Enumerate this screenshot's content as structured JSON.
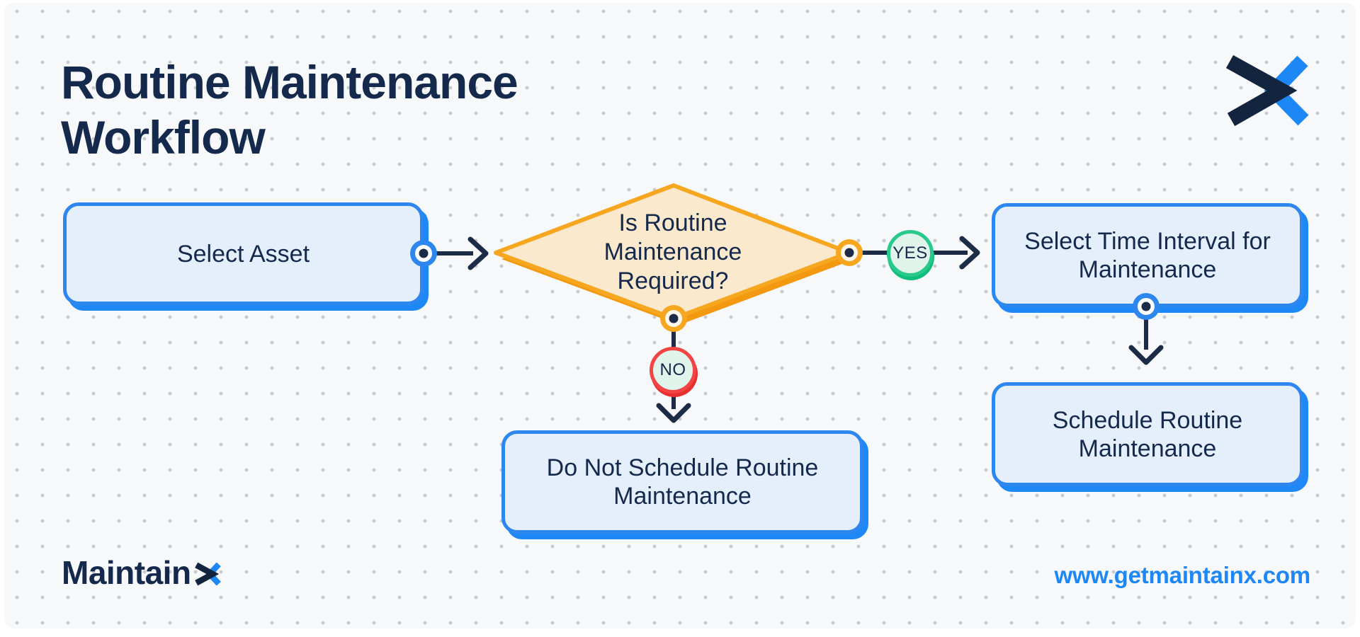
{
  "header": {
    "title": "Routine Maintenance Workflow"
  },
  "flowchart": {
    "nodes": [
      {
        "id": "select-asset",
        "type": "process",
        "label": "Select Asset"
      },
      {
        "id": "decision",
        "type": "decision",
        "label": "Is Routine Maintenance Required?"
      },
      {
        "id": "select-time-interval",
        "type": "process",
        "label": "Select Time Interval for Maintenance"
      },
      {
        "id": "schedule-routine",
        "type": "process",
        "label": "Schedule Routine Maintenance"
      },
      {
        "id": "do-not-schedule",
        "type": "process",
        "label": "Do Not Schedule Routine Maintenance"
      }
    ],
    "edges": [
      {
        "from": "select-asset",
        "to": "decision",
        "label": ""
      },
      {
        "from": "decision",
        "to": "select-time-interval",
        "label": "YES"
      },
      {
        "from": "decision",
        "to": "do-not-schedule",
        "label": "NO"
      },
      {
        "from": "select-time-interval",
        "to": "schedule-routine",
        "label": ""
      }
    ]
  },
  "footer": {
    "brand_prefix": "Maintain",
    "brand_x": "X",
    "website": "www.getmaintainx.com"
  },
  "colors": {
    "panel_bg": "#F7F8FA",
    "dot": "#C9CACD",
    "navy_text": "#14294B",
    "arrow_navy": "#1C2B46",
    "process_fill": "#E4EFFB",
    "process_border": "#2E86EF",
    "process_shadow": "#1E88F6",
    "decision_fill": "#FBE9CE",
    "decision_border": "#F6A71F",
    "yes_green": "#29C98B",
    "no_red": "#F34444",
    "badge_fill": "#E1F4EB",
    "link_blue": "#1E87F6"
  }
}
